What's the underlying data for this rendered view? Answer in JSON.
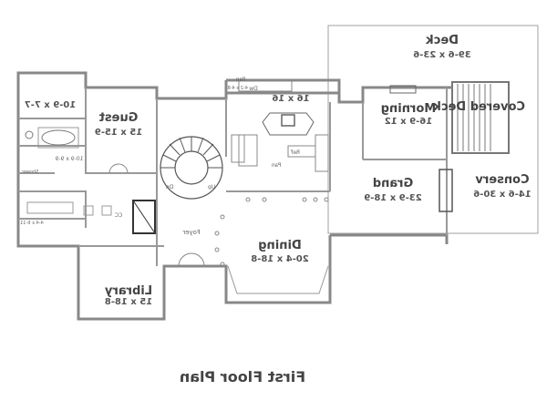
{
  "caption": "First Floor Plan",
  "rooms": {
    "deck": {
      "name": "Deck",
      "dims": "39-6 x 23-6"
    },
    "covered_deck": {
      "name": "Covered Deck"
    },
    "morning": {
      "name": "Morning",
      "dims": "16-9 x 12"
    },
    "grand": {
      "name": "Grand",
      "dims": "23-9 x 18-9"
    },
    "conserv": {
      "name": "Conserv",
      "dims": "14-6 x 30-6"
    },
    "kitchen": {
      "dims": "16 x 16"
    },
    "guest": {
      "name": "Guest",
      "dims": "15 x 15-9"
    },
    "closet_top": {
      "dims": "10-9 x 7-7"
    },
    "bath_small": {
      "dims": "10-9 x 9-9"
    },
    "dining": {
      "name": "Dining",
      "dims": "20-4 x 18-8"
    },
    "library": {
      "name": "Library",
      "dims": "15 x 18-8"
    },
    "foyer": {
      "name": "Foyer"
    }
  },
  "small_labels": {
    "pan_top": "Pan",
    "dw": "Dw",
    "pan_size": "4-2 x 4-8",
    "pan_kitchen": "Pan",
    "ref": "Ref",
    "dn": "Dn",
    "up": "Up",
    "cc": "CC",
    "shower": "Shower",
    "left_dims": "4-4 x 6-11"
  }
}
